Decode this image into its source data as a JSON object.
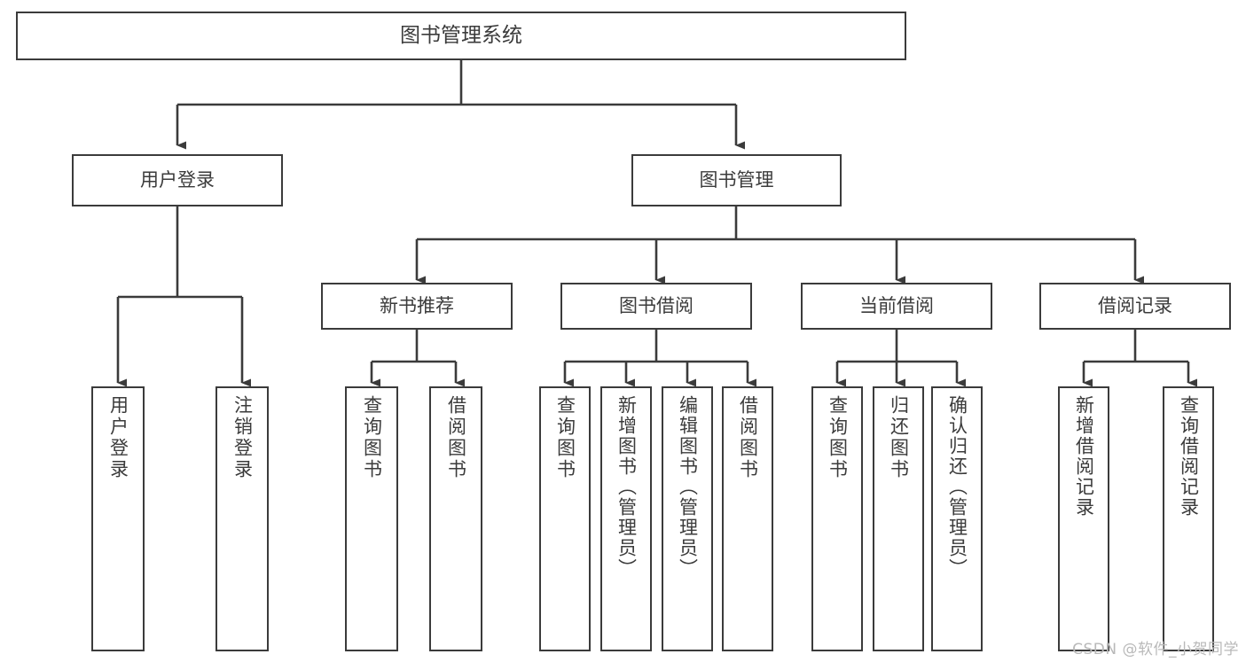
{
  "diagram": {
    "type": "tree",
    "title": "图书管理系统",
    "orientation": "top-down",
    "colors": {
      "box_border": "#3b3b3b",
      "box_fill": "#ffffff",
      "connector": "#3b3b3b",
      "text": "#3b3b3b",
      "background": "#ffffff",
      "watermark": "#b9b9b9"
    },
    "root": {
      "label": "图书管理系统"
    },
    "level2": [
      {
        "label": "用户登录"
      },
      {
        "label": "图书管理"
      }
    ],
    "level3": [
      {
        "label": "新书推荐"
      },
      {
        "label": "图书借阅"
      },
      {
        "label": "当前借阅"
      },
      {
        "label": "借阅记录"
      }
    ],
    "leaves": {
      "user_login": [
        {
          "label": "用户登录"
        },
        {
          "label": "注销登录"
        }
      ],
      "new_book_recommend": [
        {
          "label": "查询图书"
        },
        {
          "label": "借阅图书"
        }
      ],
      "book_borrow": [
        {
          "label": "查询图书"
        },
        {
          "label": "新增图书（管理员）"
        },
        {
          "label": "编辑图书（管理员）"
        },
        {
          "label": "借阅图书"
        }
      ],
      "current_borrow": [
        {
          "label": "查询图书"
        },
        {
          "label": "归还图书"
        },
        {
          "label": "确认归还（管理员）"
        }
      ],
      "borrow_record": [
        {
          "label": "新增借阅记录"
        },
        {
          "label": "查询借阅记录"
        }
      ]
    },
    "watermark": "CSDN @软件_小贺同学"
  }
}
